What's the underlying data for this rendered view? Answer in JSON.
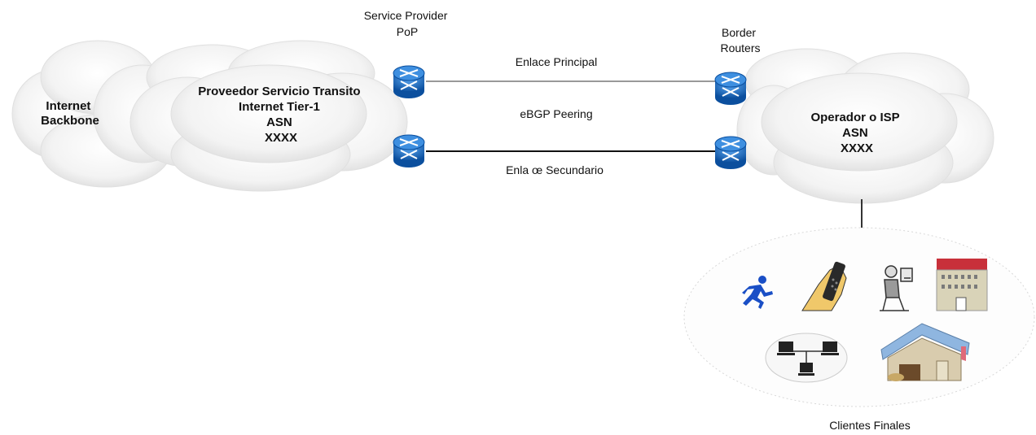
{
  "labels": {
    "internet_backbone": [
      "Internet",
      "Backbone"
    ],
    "tier1_provider": [
      "Proveedor Servicio Transito",
      "Internet Tier-1",
      "ASN",
      "XXXX"
    ],
    "service_provider_pop": [
      "Service Provider",
      "PoP"
    ],
    "border_routers": [
      "Border",
      "Routers"
    ],
    "operator_isp": [
      "Operador o ISP",
      "ASN",
      "XXXX"
    ],
    "primary_link": "Enlace Principal",
    "ebgp_peering": "eBGP Peering",
    "secondary_link": "Enla œ Secundario",
    "end_clients": "Clientes Finales"
  },
  "colors": {
    "router": "#1d6fc9",
    "router_dark": "#0b4f9e",
    "cloud_shade": "#e6e6e6",
    "runner": "#1a4fc6",
    "building_roof": "#c8303a"
  },
  "icons": [
    "router-icon",
    "runner-icon",
    "mobile-user-icon",
    "office-worker-icon",
    "building-icon",
    "lan-icon",
    "house-icon"
  ]
}
